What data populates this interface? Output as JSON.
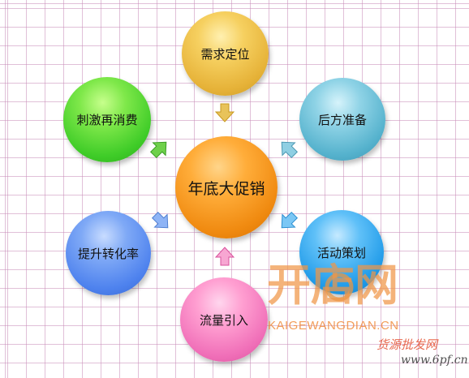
{
  "diagram": {
    "center": "年底大促销",
    "nodes": {
      "top": "需求定位",
      "top_right": "后方准备",
      "bottom_right": "活动策划",
      "bottom": "流量引入",
      "bottom_left": "提升转化率",
      "top_left": "刺激再消费"
    }
  },
  "watermark": {
    "logo_text": "开店网",
    "url": "KAIGEWANGDIAN.CN",
    "secondary": "货源批发网",
    "site": "www.6pf.cn"
  },
  "colors": {
    "center": "#f08a10",
    "top": "#e6b238",
    "top_left": "#3fcc28",
    "top_right": "#55b2cd",
    "bottom_left": "#4e82ee",
    "bottom_right": "#1f9ae8",
    "bottom": "#f06fb8"
  }
}
